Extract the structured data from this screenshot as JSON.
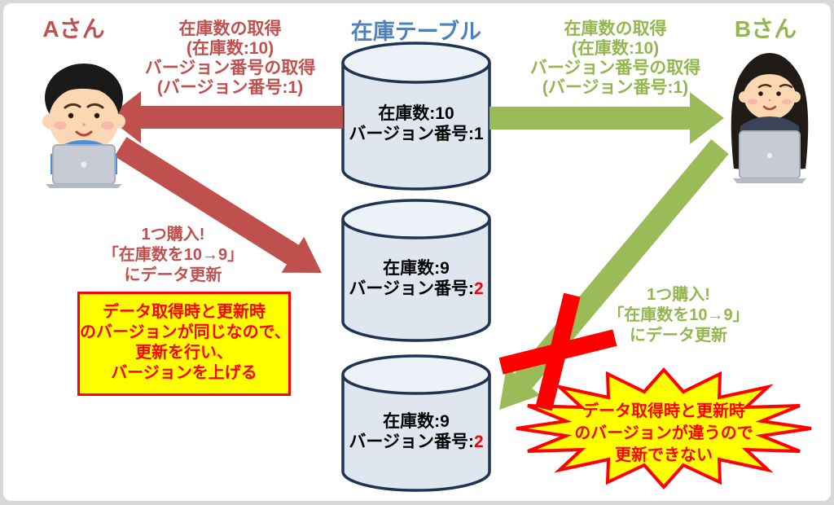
{
  "colors": {
    "actor_a_red": "#C0504D",
    "actor_b_green": "#94B64E",
    "title_blue": "#4E81BB",
    "alert_red": "#FF0000",
    "note_yellow": "#FFFF00",
    "cylinder_fill": "#DFE6F0",
    "cylinder_stroke": "#1F3450"
  },
  "actor_a": {
    "label": "Aさん"
  },
  "actor_b": {
    "label": "Bさん"
  },
  "table_title": "在庫テーブル",
  "db_states": [
    {
      "stock": "在庫数:10",
      "version_prefix": "バージョン番号:",
      "version": "1"
    },
    {
      "stock": "在庫数:9",
      "version_prefix": "バージョン番号:",
      "version": "2"
    },
    {
      "stock": "在庫数:9",
      "version_prefix": "バージョン番号:",
      "version": "2"
    }
  ],
  "fetch_a": {
    "lines": [
      "在庫数の取得",
      "(在庫数:10)",
      "バージョン番号の取得",
      "(バージョン番号:1)"
    ]
  },
  "fetch_b": {
    "lines": [
      "在庫数の取得",
      "(在庫数:10)",
      "バージョン番号の取得",
      "(バージョン番号:1)"
    ]
  },
  "purchase_a": {
    "lines": [
      "1つ購入!",
      "「在庫数を10→9」",
      "にデータ更新"
    ]
  },
  "purchase_b": {
    "lines": [
      "1つ購入!",
      "「在庫数を10→9」",
      "にデータ更新"
    ]
  },
  "note_success": {
    "lines": [
      "データ取得時と更新時",
      "のバージョンが同じなので、",
      "更新を行い、",
      "バージョンを上げる"
    ]
  },
  "note_conflict": {
    "lines": [
      "データ取得時と更新時",
      "のバージョンが違うので",
      "更新できない"
    ]
  }
}
